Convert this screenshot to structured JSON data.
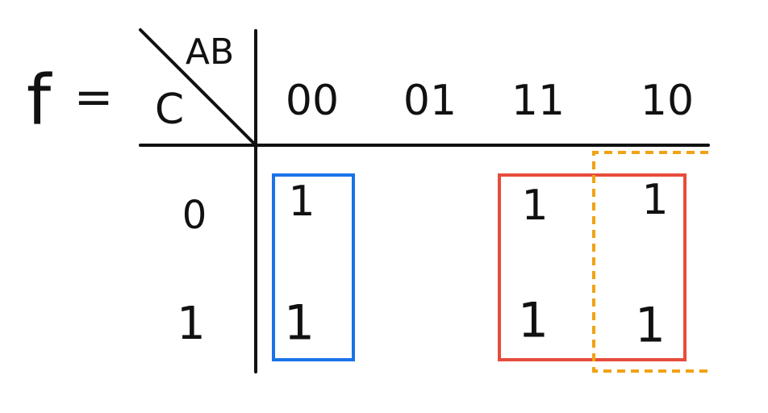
{
  "function_label": "f",
  "equals": "=",
  "corner": {
    "top_label": "AB",
    "left_label": "C"
  },
  "columns": [
    "00",
    "01",
    "11",
    "10"
  ],
  "rows": [
    "0",
    "1"
  ],
  "cells": [
    [
      "1",
      "",
      "1",
      "1"
    ],
    [
      "1",
      "",
      "1",
      "1"
    ]
  ],
  "group_colors": {
    "blue": "#1a73e8",
    "red": "#e74c3c",
    "orange": "#f0a316"
  }
}
